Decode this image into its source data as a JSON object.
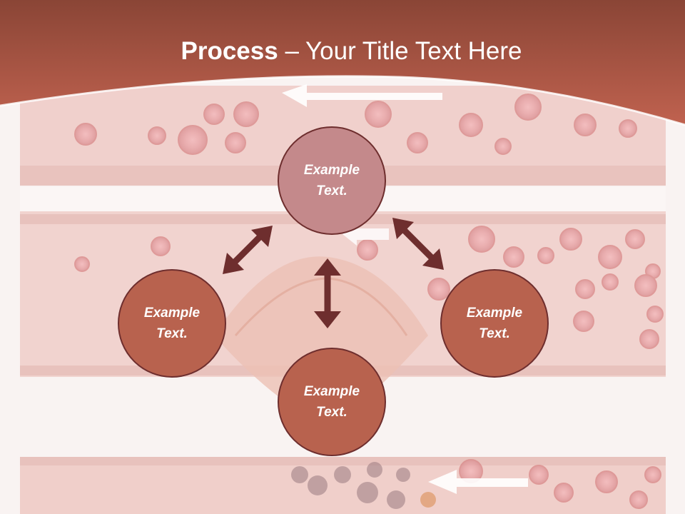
{
  "title": {
    "bold": "Process",
    "rest": " – Your Title Text Here"
  },
  "nodes": {
    "top": "Example\nText.",
    "left": "Example\nText.",
    "right": "Example\nText.",
    "bottom": "Example\nText."
  },
  "colors": {
    "header": "#b0594a",
    "top_circle": "#c4898b",
    "circle": "#b8624e",
    "border": "#6e2e2e",
    "arrow": "#6e2e2e"
  }
}
